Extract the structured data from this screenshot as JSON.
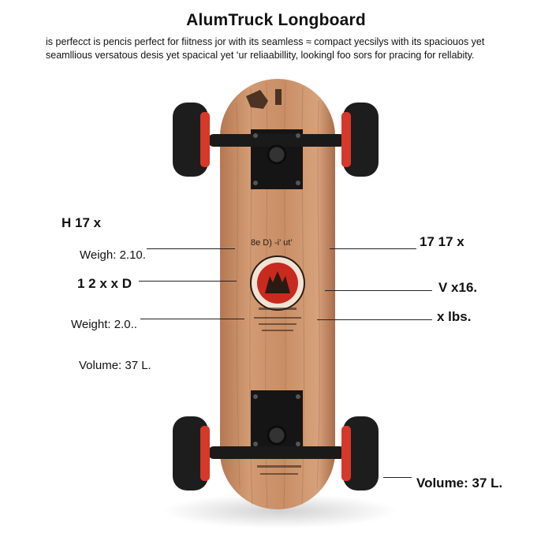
{
  "header": {
    "title": "AlumTruck Longboard",
    "desc_line1": "is perfecct is pencis perfect for fiitness jor with its seamless ≈ compact yecsilys with its spaciouos yet",
    "desc_line2": "seamllious versatous desis yet spacical yet ‘ur reliaabillity, lookingl foo sors for pracing for rellabity."
  },
  "labels": {
    "left": [
      "H 17  x",
      "Weigh:  2.10.",
      "1 2   x x D",
      "Weight: 2.0..",
      "Volume:  37 L."
    ],
    "right": [
      "17  17  x",
      "V x16.",
      "x  lbs.",
      "Volume:  37 L."
    ]
  },
  "deck": {
    "print_top": "8e D)  -i’ ut’",
    "colors": {
      "wood": "#c98e66",
      "wood_dark": "#a86d49",
      "wheel": "#1d1d1d",
      "wheel_hub": "#d6382a",
      "truck": "#1a1a1a",
      "logo_red": "#c92a1f"
    }
  }
}
